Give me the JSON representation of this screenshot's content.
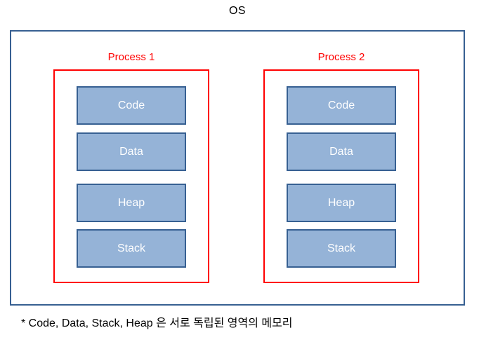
{
  "diagram": {
    "title": "OS",
    "footnote": "* Code, Data, Stack, Heap 은 서로 독립된 영역의 메모리",
    "processes": [
      {
        "label": "Process 1",
        "blocks": [
          "Code",
          "Data",
          "Heap",
          "Stack"
        ]
      },
      {
        "label": "Process 2",
        "blocks": [
          "Code",
          "Data",
          "Heap",
          "Stack"
        ]
      }
    ],
    "colors": {
      "os_border": "#376092",
      "process_border": "#FF0000",
      "process_label_text": "#FF0000",
      "block_fill": "#95B3D7",
      "block_border": "#376092",
      "block_text": "#FFFFFF",
      "title_text": "#000000",
      "footnote_text": "#000000",
      "background": "#FFFFFF"
    }
  }
}
